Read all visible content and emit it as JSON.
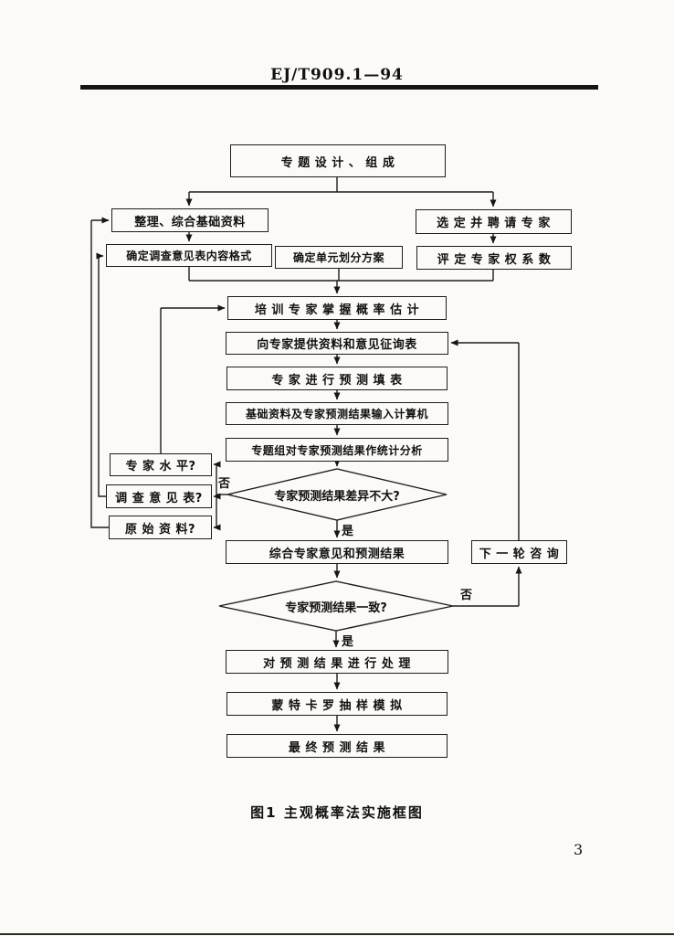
{
  "document": {
    "header_code": "EJ/T909.1—94",
    "figure_caption": "图1  主观概率法实施框图",
    "page_number": "3"
  },
  "flowchart": {
    "nodes": {
      "design": "专  题  设  计 、 组  成",
      "organize_data": "整理、综合基础资料",
      "select_experts": "选 定 并 聘 请 专 家",
      "survey_format": "确定调查意见表内容格式",
      "unit_plan": "确定单元划分方案",
      "expert_weight": "评 定 专 家 权 系 数",
      "train_experts": "培 训 专 家 掌 握 概 率 估 计",
      "provide_info": "向专家提供资料和意见征询表",
      "experts_predict": "专 家 进 行 预 测 填 表",
      "input_computer": "基础资料及专家预测结果输入计算机",
      "statistical_analysis": "专题组对专家预测结果作统计分析",
      "expert_level": "专 家 水 平?",
      "survey_form": "调 查 意 见 表?",
      "original_data": "原 始 资 料?",
      "decision_diff_small": "专家预测结果差异不大?",
      "synthesize": "综合专家意见和预测结果",
      "next_round": "下 一 轮 咨 询",
      "decision_consistent": "专家预测结果一致?",
      "process_results": "对 预 测 结 果 进 行 处 理",
      "monte_carlo": "蒙 特 卡 罗 抽 样 模 拟",
      "final_result": "最 终 预 测 结 果"
    },
    "branch_labels": {
      "no1": "否",
      "yes1": "是",
      "no2": "否",
      "yes2": "是"
    }
  }
}
